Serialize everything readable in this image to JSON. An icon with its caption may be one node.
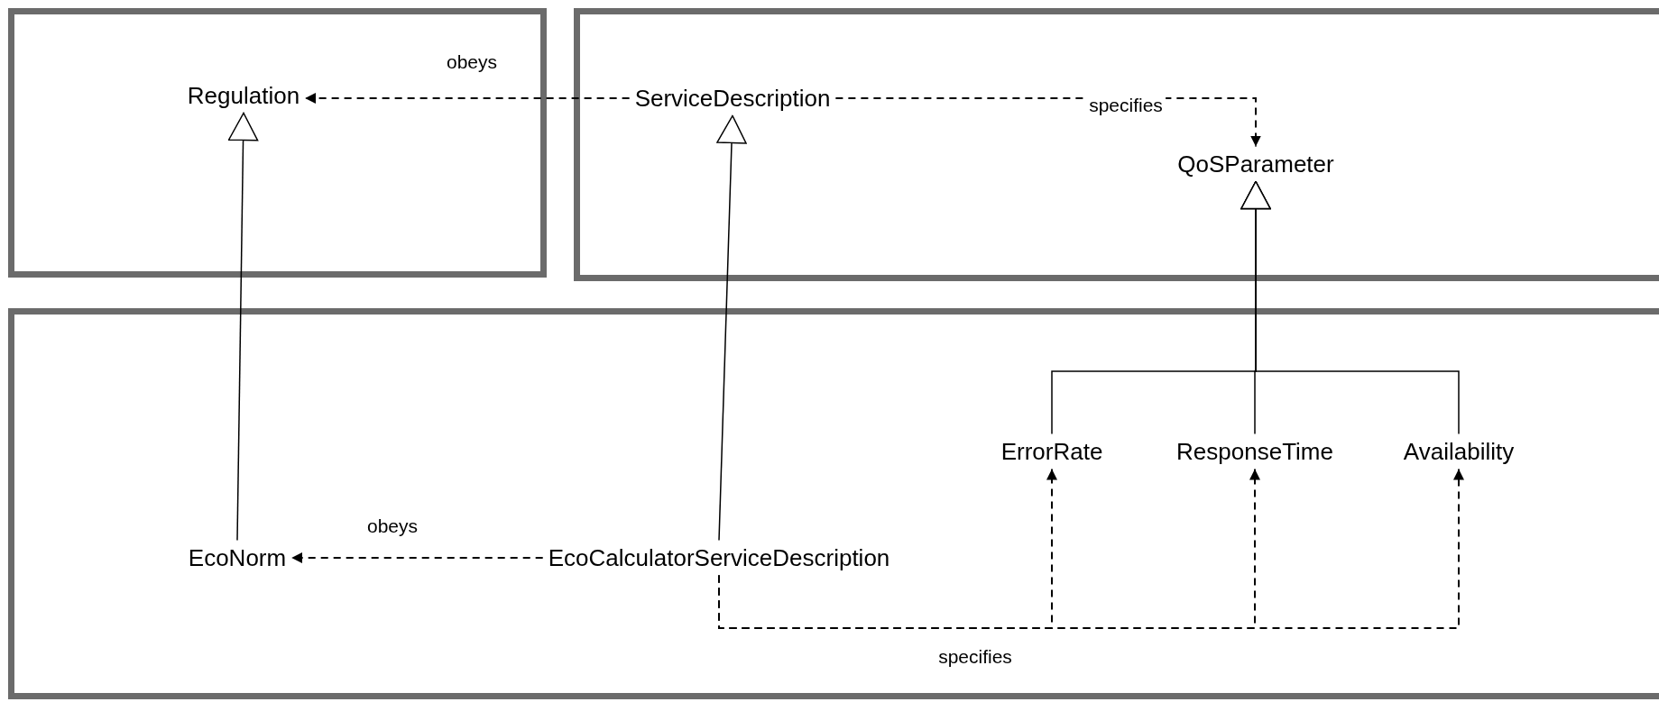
{
  "diagram": {
    "nodes": [
      {
        "text": [],
        "shape": "box"
      },
      {
        "text": [
          "Regulation"
        ],
        "in": 0
      },
      {
        "text": [],
        "shape": "box"
      },
      {
        "text": [
          "ServiceDescription"
        ],
        "in": 2
      },
      {
        "text": [
          "QoSParameter"
        ],
        "in": 2
      },
      {
        "text": [],
        "shape": "box"
      },
      {
        "text": [
          "ErrorRate"
        ],
        "in": 5
      },
      {
        "text": [
          "ResponseTime"
        ],
        "in": 5
      },
      {
        "text": [
          "Availability"
        ],
        "in": 5
      },
      {
        "text": [
          "EcoNorm"
        ],
        "in": 5
      },
      {
        "text": [
          "EcoCalculatorServiceDescription"
        ],
        "in": 5
      }
    ],
    "edges": [
      {
        "from": 3,
        "to": 1,
        "arrow": "to",
        "style": "dashed",
        "label": "obeys"
      },
      {
        "from": 3,
        "to": 4,
        "arrow": "to",
        "style": "dashed",
        "label": "specifies"
      },
      {
        "from": 9,
        "to": 1,
        "arrow": "to"
      },
      {
        "from": 10,
        "to": 3,
        "arrow": "to"
      },
      {
        "from": 7,
        "to": 4,
        "arrow": "to"
      },
      {
        "from": 6,
        "to": 4,
        "arrow": "to"
      },
      {
        "from": 8,
        "to": 4,
        "arrow": "to"
      },
      {
        "from": 10,
        "to": 9,
        "arrow": "to",
        "style": "dashed",
        "label": "obeys"
      },
      {
        "from": 10,
        "to": 6,
        "arrow": "to",
        "style": "dashed",
        "label": "specifies"
      },
      {
        "from": 10,
        "to": 7,
        "arrow": "to",
        "style": "dashed"
      },
      {
        "from": 10,
        "to": 8,
        "arrow": "to",
        "style": "dashed"
      }
    ]
  }
}
